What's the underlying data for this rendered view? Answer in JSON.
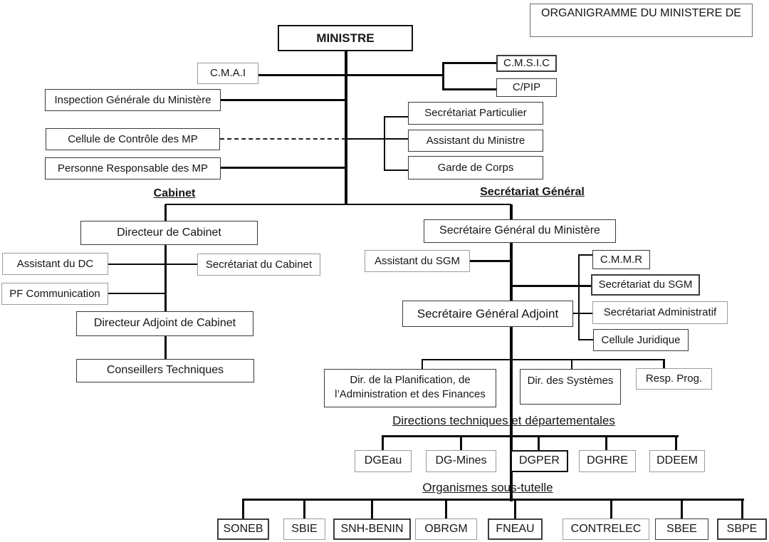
{
  "title": "ORGANIGRAMME DU MINISTERE DE",
  "headings": {
    "cabinet": "Cabinet",
    "secretariat_general": "Secrétariat Général",
    "directions": "Directions techniques et départementales",
    "organismes": "Organismes sous-tutelle"
  },
  "nodes": {
    "ministre": "MINISTRE",
    "cmai": "C.M.A.I",
    "cmsic": "C.M.S.I.C",
    "cpip": "C/PIP",
    "inspection": "Inspection Générale du Ministère",
    "cellule_controle": "Cellule de Contrôle des MP",
    "personne_responsable": "Personne Responsable des MP",
    "secretariat_particulier": "Secrétariat Particulier",
    "assistant_ministre": "Assistant du Ministre",
    "garde_corps": "Garde de Corps",
    "directeur_cabinet": "Directeur de Cabinet",
    "assistant_dc": "Assistant du DC",
    "secretariat_cabinet": "Secrétariat du Cabinet",
    "pf_communication": "PF Communication",
    "directeur_adjoint": "Directeur Adjoint de Cabinet",
    "conseillers": "Conseillers Techniques",
    "sgm": "Secrétaire Général du Ministère",
    "assistant_sgm": "Assistant du SGM",
    "cmmr": "C.M.M.R",
    "secretariat_sgm": "Secrétariat du SGM",
    "secretariat_admin": "Secrétariat Administratif",
    "cellule_juridique": "Cellule Juridique",
    "sga": "Secrétaire Général Adjoint",
    "dpaf_line1": "Dir. de la Planification, de",
    "dpaf_line2": "l’Administration et des Finances",
    "dir_systemes": "Dir. des Systèmes",
    "resp_prog": "Resp. Prog.",
    "dgeau": "DGEau",
    "dgmines": "DG-Mines",
    "dgper": "DGPER",
    "dghre": "DGHRE",
    "ddeem": "DDEEM",
    "soneb": "SONEB",
    "sbie": "SBIE",
    "snh_benin": "SNH-BENIN",
    "obrgm": "OBRGM",
    "fneau": "FNEAU",
    "contrelec": "CONTRELEC",
    "sbee": "SBEE",
    "sbpe": "SBPE"
  }
}
